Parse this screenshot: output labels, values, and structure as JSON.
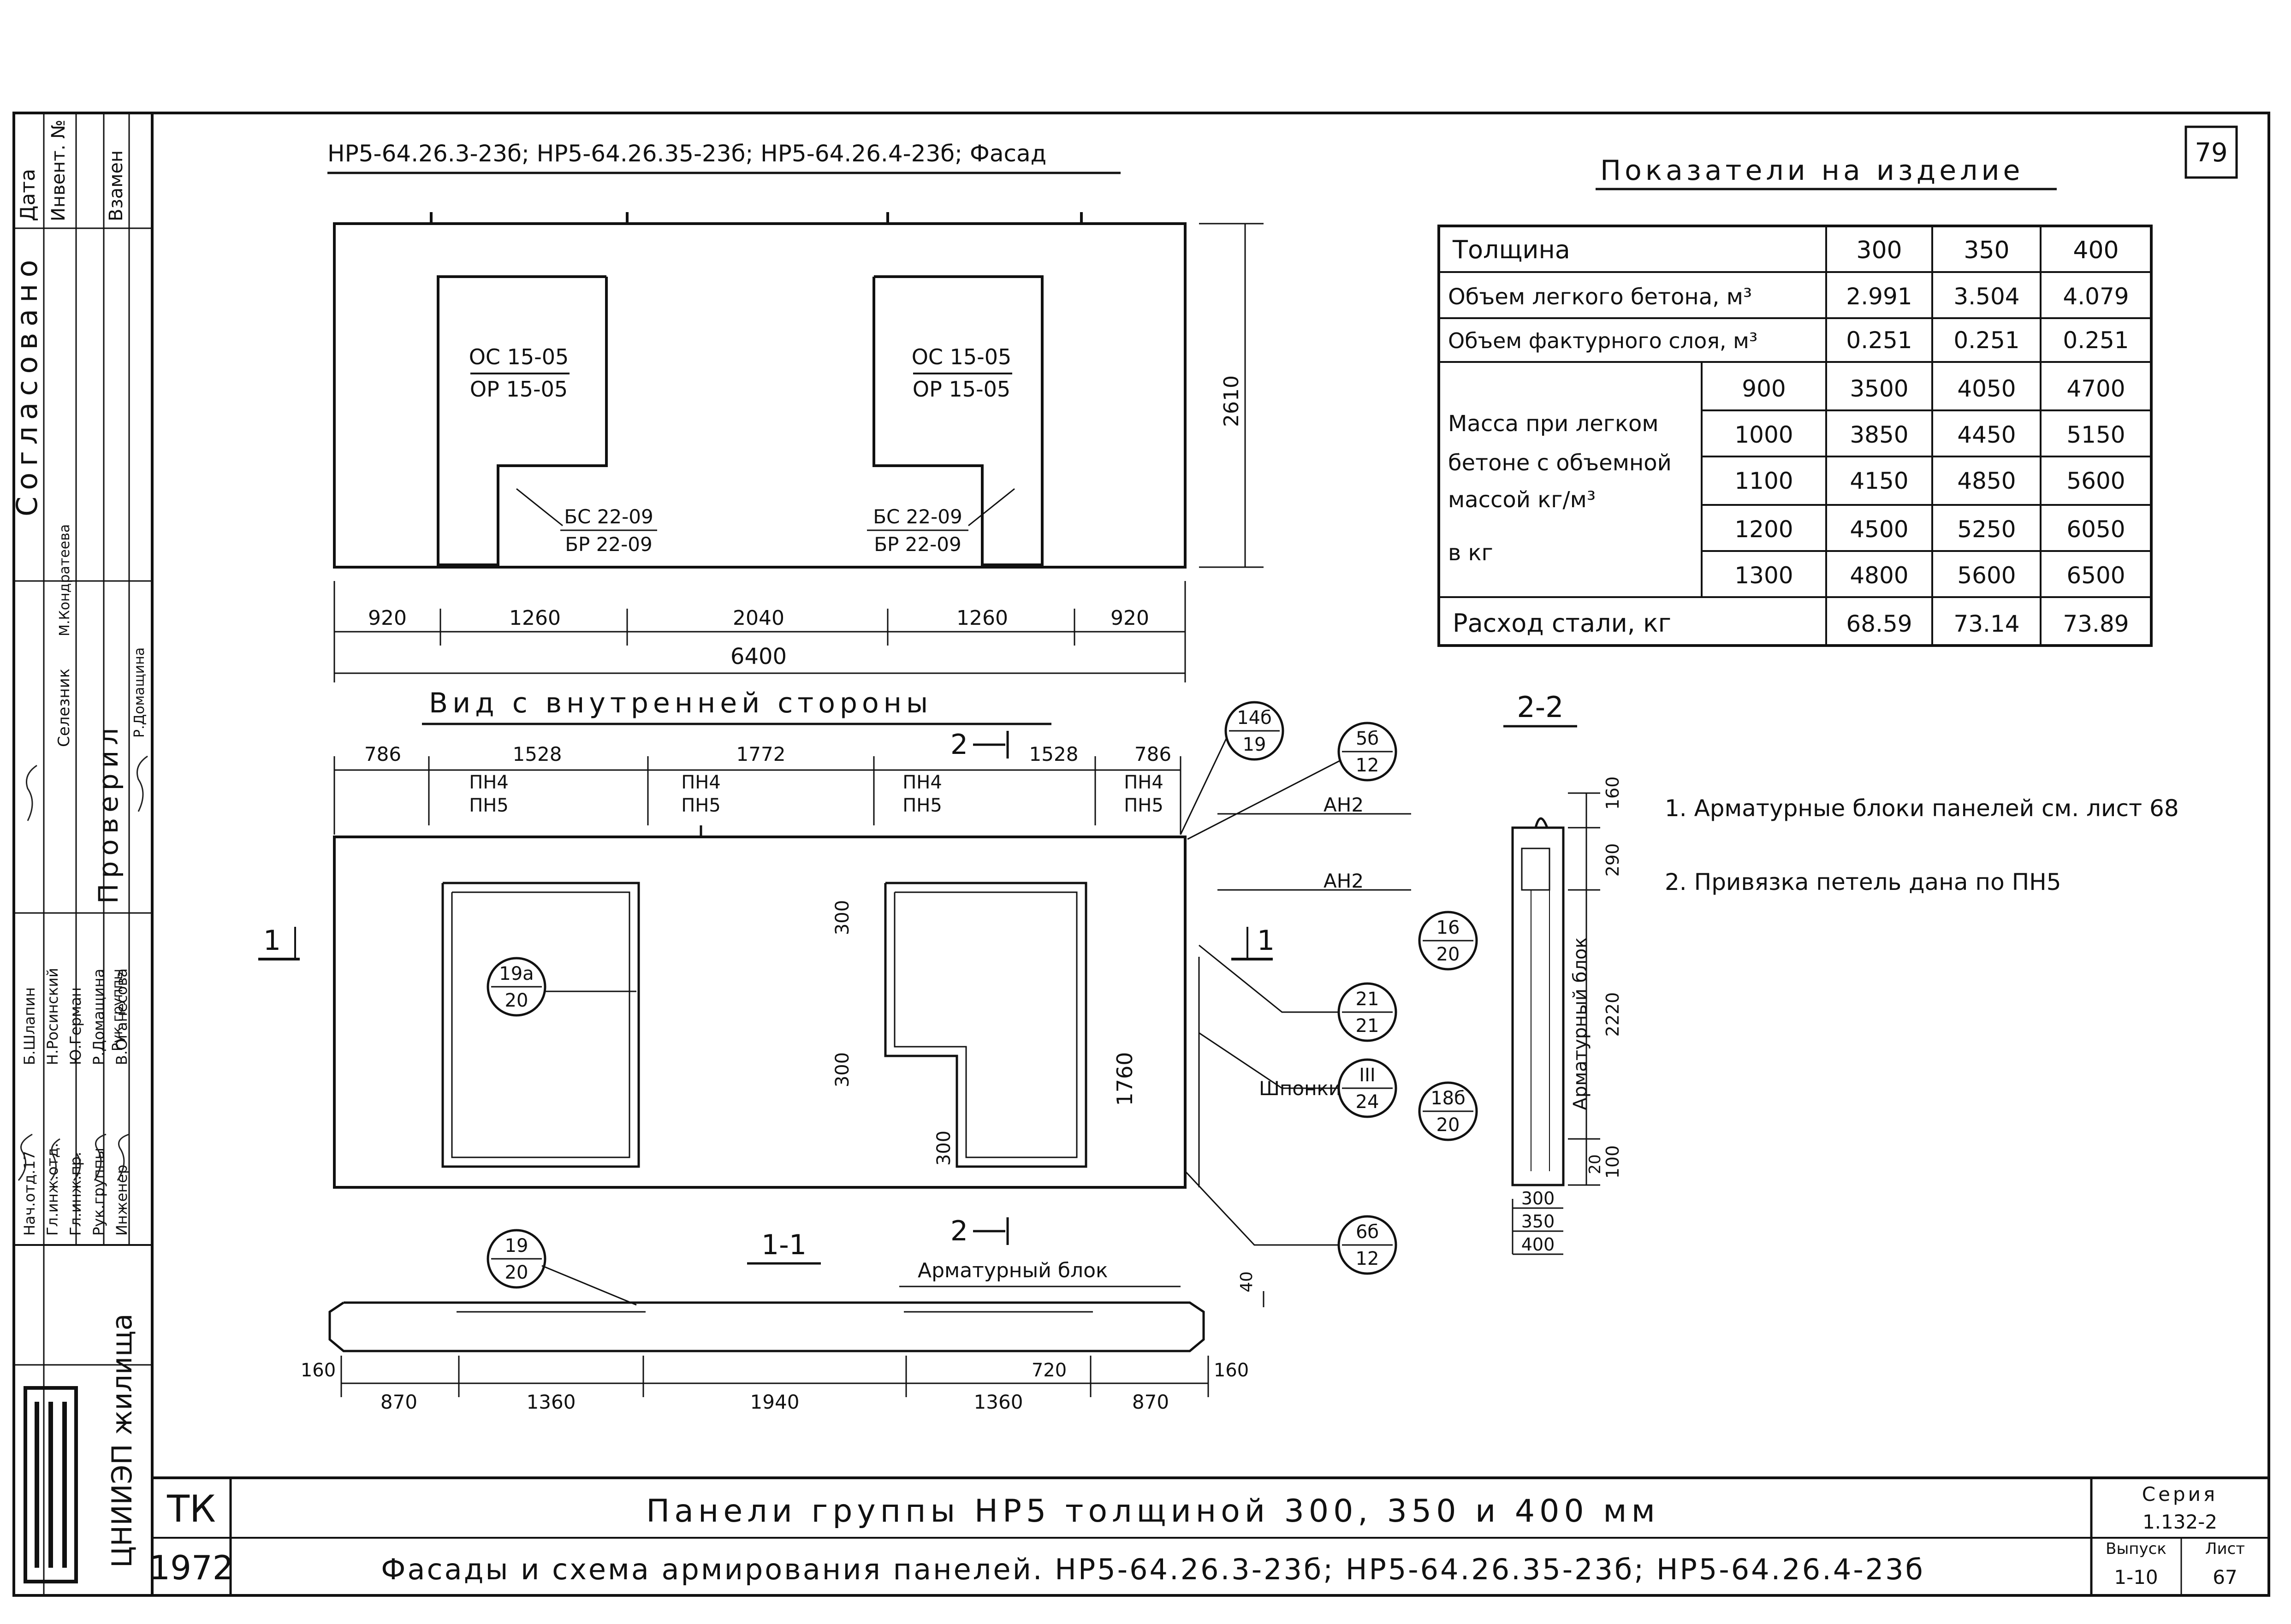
{
  "page_number": "79",
  "facade_title": "НР5-64.26.3-23б; НР5-64.26.35-23б; НР5-64.26.4-23б; Фасад",
  "window_labels": {
    "top": "ОС 15-05",
    "bottom": "ОР 15-05"
  },
  "door_labels": {
    "top": "БС 22-09",
    "bottom": "БР 22-09"
  },
  "facade_dims": {
    "segments": [
      "920",
      "1260",
      "2040",
      "1260",
      "920"
    ],
    "total": "6400",
    "height": "2610"
  },
  "inner_view_title": "Вид с внутренней стороны",
  "inner_dims": {
    "segments": [
      "786",
      "1528",
      "1772",
      "1528",
      "786"
    ],
    "height": "1760",
    "offsets": [
      "300",
      "300",
      "300"
    ]
  },
  "loop_label": {
    "top": "ПН4",
    "bottom": "ПН5"
  },
  "section_marks": {
    "one": "1",
    "two": "2"
  },
  "callouts": [
    {
      "top": "14б",
      "bottom": "19"
    },
    {
      "top": "5б",
      "bottom": "12"
    },
    {
      "top": "19а",
      "bottom": "20"
    },
    {
      "top": "21",
      "bottom": "21"
    },
    {
      "top": "III",
      "bottom": "24"
    },
    {
      "top": "6б",
      "bottom": "12"
    },
    {
      "top": "19",
      "bottom": "20"
    },
    {
      "top": "16",
      "bottom": "20"
    },
    {
      "top": "18б",
      "bottom": "20"
    }
  ],
  "labels": {
    "ah2": "АН2",
    "shponki": "Шпонки",
    "armature_block": "Арматурный блок"
  },
  "section_1_1": {
    "title": "1-1",
    "dims": [
      "870",
      "1360",
      "1940",
      "1360",
      "870"
    ],
    "side": "160",
    "side_right": "160",
    "inner": "720",
    "top": "40"
  },
  "section_2_2": {
    "title": "2-2",
    "dims": [
      "160",
      "290",
      "2220",
      "100",
      "20"
    ],
    "thickness": [
      "300",
      "350",
      "400"
    ]
  },
  "notes": [
    "1. Арматурные блоки панелей см. лист 68",
    "2. Привязка петель дана по ПН5"
  ],
  "indicators": {
    "title": "Показатели на изделие",
    "header": [
      "Толщина",
      "300",
      "350",
      "400"
    ],
    "rows": [
      {
        "label": "Объем легкого бетона, м³",
        "values": [
          "2.991",
          "3.504",
          "4.079"
        ]
      },
      {
        "label": "Объем фактурного слоя, м³",
        "values": [
          "0.251",
          "0.251",
          "0.251"
        ]
      }
    ],
    "mass_label": [
      "Масса при легком",
      "бетоне с объемной",
      "массой кг/м³",
      "в кг"
    ],
    "mass_rows": [
      {
        "density": "900",
        "values": [
          "3500",
          "4050",
          "4700"
        ]
      },
      {
        "density": "1000",
        "values": [
          "3850",
          "4450",
          "5150"
        ]
      },
      {
        "density": "1100",
        "values": [
          "4150",
          "4850",
          "5600"
        ]
      },
      {
        "density": "1200",
        "values": [
          "4500",
          "5250",
          "6050"
        ]
      },
      {
        "density": "1300",
        "values": [
          "4800",
          "5600",
          "6500"
        ]
      }
    ],
    "steel": {
      "label": "Расход стали, кг",
      "values": [
        "68.59",
        "73.14",
        "73.89"
      ]
    }
  },
  "side_stamp": {
    "agreed": "Согласовано",
    "checked": "Проверил",
    "date": "Дата",
    "inv": "Инвент. №",
    "replace": "Взамен",
    "roles": [
      "Нач.отд.17",
      "Гл.инж.отд.",
      "Гл.инж.пр.",
      "Рук.группы",
      "Инженер"
    ],
    "names": [
      "Б.Шлапин",
      "Н.Росинский",
      "Ю.Герман",
      "Р.Домащина",
      "В.Оганесова"
    ],
    "checkers": [
      "Селезник",
      "М.Кондратеева",
      "Р.Домащина"
    ],
    "checker_roles": [
      "Рук.группы"
    ],
    "org": "ЦНИИЭП жилища"
  },
  "title_block": {
    "tk": "ТК",
    "year": "1972",
    "line1": "Панели группы НР5 толщиной 300, 350 и 400 мм",
    "line2": "Фасады и схема армирования панелей. НР5-64.26.3-23б; НР5-64.26.35-23б; НР5-64.26.4-23б",
    "series_label": "Серия",
    "series": "1.132-2",
    "issue_label": "Выпуск",
    "issue": "1-10",
    "sheet_label": "Лист",
    "sheet": "67"
  }
}
